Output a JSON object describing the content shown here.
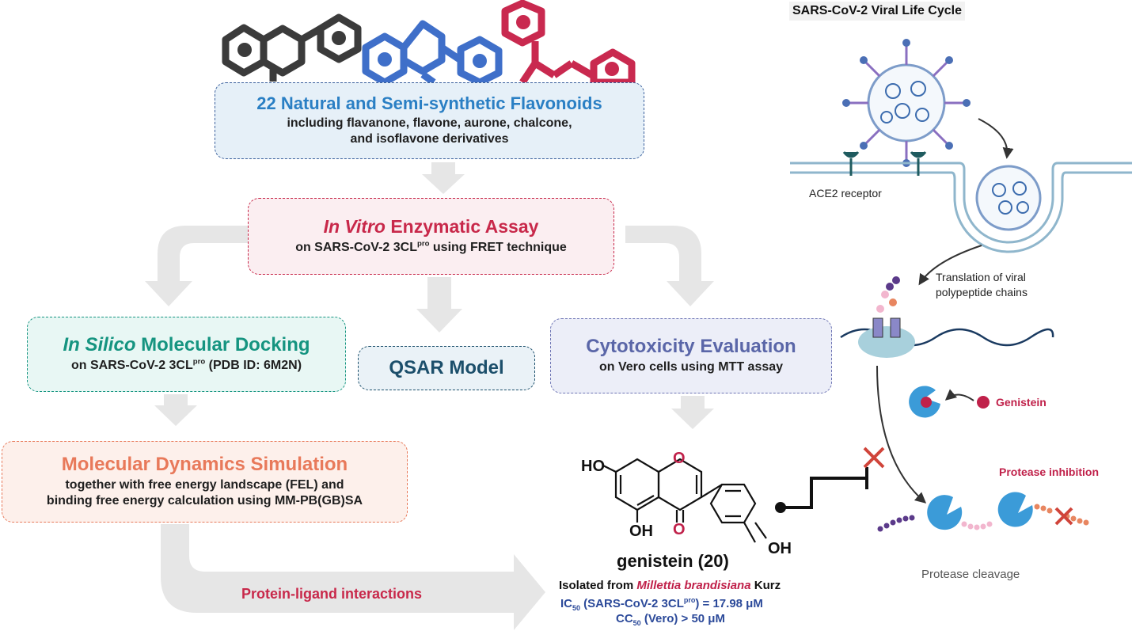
{
  "colors": {
    "blue_title": "#2a7fc4",
    "red_title": "#c8284a",
    "teal_title": "#159480",
    "navy_title": "#1c4f6b",
    "purple_title": "#5a66a8",
    "orange_title": "#e8795a",
    "arrow_gray": "#e6e6e6",
    "genistein_red": "#c0214a",
    "ic50_blue": "#2c4a9a"
  },
  "flavonoids_box": {
    "title": "22 Natural and Semi-synthetic Flavonoids",
    "line1": "including flavanone, flavone, aurone, chalcone,",
    "line2": "and isoflavone derivatives"
  },
  "enzymatic_box": {
    "title_italic": "In Vitro",
    "title_rest": " Enzymatic Assay",
    "sub_pre": "on SARS-CoV-2 3CL",
    "sub_sup": "pro",
    "sub_post": " using FRET technique"
  },
  "docking_box": {
    "title_italic": "In Silico",
    "title_rest": " Molecular Docking",
    "sub_pre": "on SARS-CoV-2 3CL",
    "sub_sup": "pro",
    "sub_post": " (PDB ID: 6M2N)"
  },
  "qsar_box": {
    "title": "QSAR Model"
  },
  "cytotoxicity_box": {
    "title": "Cytotoxicity Evaluation",
    "sub": "on Vero cells using MTT assay"
  },
  "md_box": {
    "title": "Molecular Dynamics Simulation",
    "line1": "together with free energy landscape (FEL) and",
    "line2": "binding free energy calculation using MM-PB(GB)SA"
  },
  "interactions_label": "Protein-ligand interactions",
  "genistein": {
    "name": "genistein (20)",
    "atoms": {
      "ho": "HO",
      "o_ring": "O",
      "oh_bottom": "OH",
      "o_keto": "O",
      "oh_right": "OH"
    },
    "isolated_pre": "Isolated from ",
    "isolated_species": "Millettia brandisiana",
    "isolated_post": " Kurz",
    "ic50_pre": "IC",
    "ic50_sub": "50",
    "ic50_mid": " (SARS-CoV-2 3CL",
    "ic50_sup": "pro",
    "ic50_post": ") = 17.98 μM",
    "cc50_pre": "CC",
    "cc50_sub": "50",
    "cc50_post": " (Vero) > 50 μM"
  },
  "lifecycle": {
    "title": "SARS-CoV-2 Viral Life Cycle",
    "ace2_label": "ACE2 receptor",
    "translation_line1": "Translation of viral",
    "translation_line2": "polypeptide chains",
    "genistein_label": "Genistein",
    "inhibition_label": "Protease inhibition",
    "cleavage_label": "Protease cleavage"
  }
}
